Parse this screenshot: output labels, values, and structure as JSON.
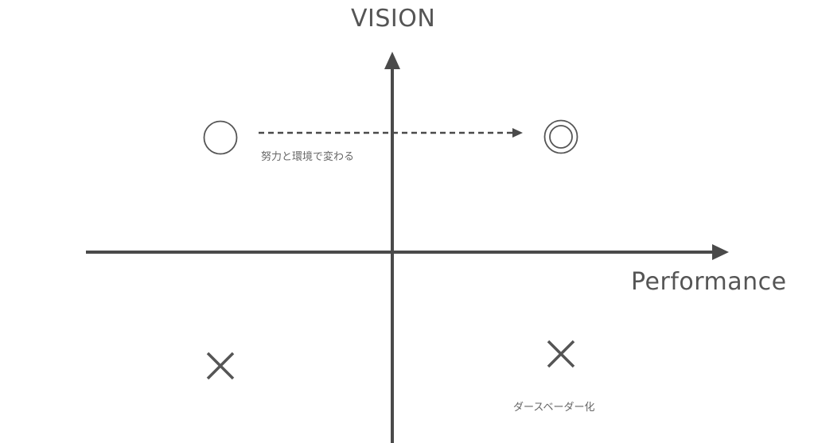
{
  "axes": {
    "y_label": "VISION",
    "x_label": "Performance",
    "color": "#4a4a4a"
  },
  "quadrants": [
    {
      "position": "top-left",
      "symbol": "circle",
      "meaning": "○"
    },
    {
      "position": "top-right",
      "symbol": "double-circle",
      "meaning": "◎"
    },
    {
      "position": "bottom-left",
      "symbol": "cross",
      "meaning": "×"
    },
    {
      "position": "bottom-right",
      "symbol": "cross",
      "meaning": "×"
    }
  ],
  "arrow": {
    "from": "top-left",
    "to": "top-right",
    "style": "dashed",
    "label": "努力と環境で変わる"
  },
  "notes": {
    "bottom_right": "ダースベーダー化"
  }
}
